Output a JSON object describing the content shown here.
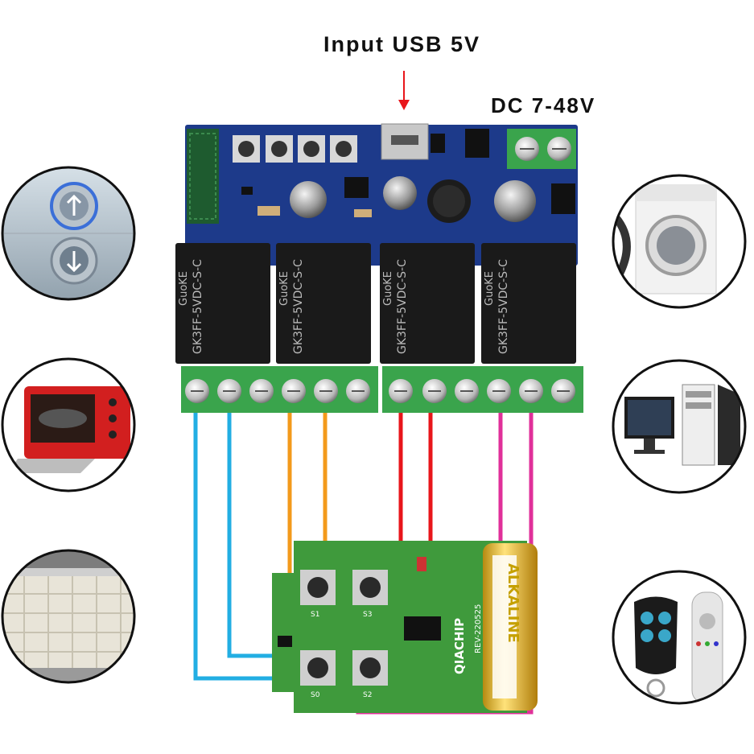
{
  "labels": {
    "input_usb": "Input USB 5V",
    "dc_input": "DC 7-48V"
  },
  "relays": [
    {
      "brand": "GuoKE",
      "model": "GK3FF-5VDC-S-C"
    },
    {
      "brand": "GuoKE",
      "model": "GK3FF-5VDC-S-C"
    },
    {
      "brand": "GuoKE",
      "model": "GK3FF-5VDC-S-C"
    },
    {
      "brand": "GuoKE",
      "model": "GK3FF-5VDC-S-C"
    }
  ],
  "remote_board": {
    "brand": "QIACHIP",
    "revision": "REV-220525",
    "battery_text": "ALKALINE",
    "buttons": [
      "S0",
      "S1",
      "S2",
      "S3"
    ]
  },
  "appliances": [
    "elevator-buttons",
    "oven",
    "garage-door",
    "washing-machine",
    "desktop-computer",
    "remote-controls"
  ],
  "wire_colors": {
    "cyan": "#22aee3",
    "orange": "#f39a1b",
    "red": "#e8161b",
    "magenta": "#e0309a",
    "pcb_blue": "#1d3a8a",
    "terminal_green": "#2f9e3e",
    "remote_pcb": "#3f9a3c"
  }
}
